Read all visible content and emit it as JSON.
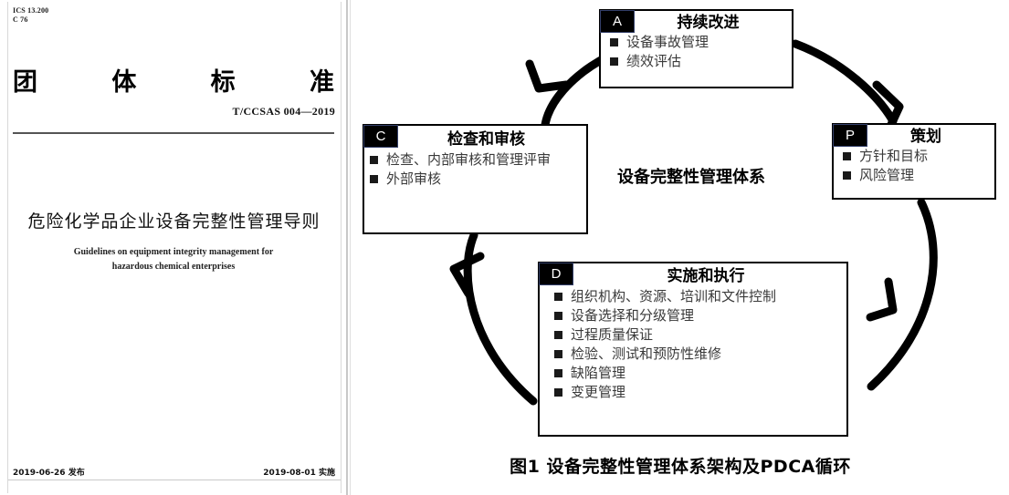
{
  "cover": {
    "ics": "ICS  13.200\nC 76",
    "title_chars": [
      "团",
      "体",
      "标",
      "准"
    ],
    "standard_no": "T/CCSAS  004—2019",
    "doc_title_cn": "危险化学品企业设备完整性管理导则",
    "doc_title_en_line1": "Guidelines on equipment integrity management for",
    "doc_title_en_line2": "hazardous chemical enterprises",
    "issue_date": "2019-06-26 发布",
    "effective_date": "2019-08-01 实施"
  },
  "diagram": {
    "center_label": "设备完整性管理体系",
    "caption": "图1   设备完整性管理体系架构及PDCA循环",
    "boxes": [
      {
        "key": "a",
        "badge": "A",
        "title": "持续改进",
        "items": [
          "设备事故管理",
          "绩效评估"
        ]
      },
      {
        "key": "p",
        "badge": "P",
        "title": "策划",
        "items": [
          "方针和目标",
          "风险管理"
        ]
      },
      {
        "key": "c",
        "badge": "C",
        "title": "检查和审核",
        "items": [
          "检查、内部审核和管理评审",
          "外部审核"
        ]
      },
      {
        "key": "d",
        "badge": "D",
        "title": "实施和执行",
        "items": [
          "组织机构、资源、培训和文件控制",
          "设备选择和分级管理",
          "过程质量保证",
          "检验、测试和预防性维修",
          "缺陷管理",
          "变更管理"
        ]
      }
    ],
    "arrows": [
      {
        "name": "arrow-a-to-p",
        "from": "A",
        "to": "P"
      },
      {
        "name": "arrow-p-to-d",
        "from": "P",
        "to": "D"
      },
      {
        "name": "arrow-d-to-c",
        "from": "D",
        "to": "C"
      },
      {
        "name": "arrow-c-to-a",
        "from": "C",
        "to": "A"
      }
    ],
    "colors": {
      "ink": "#000000",
      "body_text": "#3a3a3a",
      "badge_bg": "#000000",
      "badge_border": "#34406b"
    }
  }
}
